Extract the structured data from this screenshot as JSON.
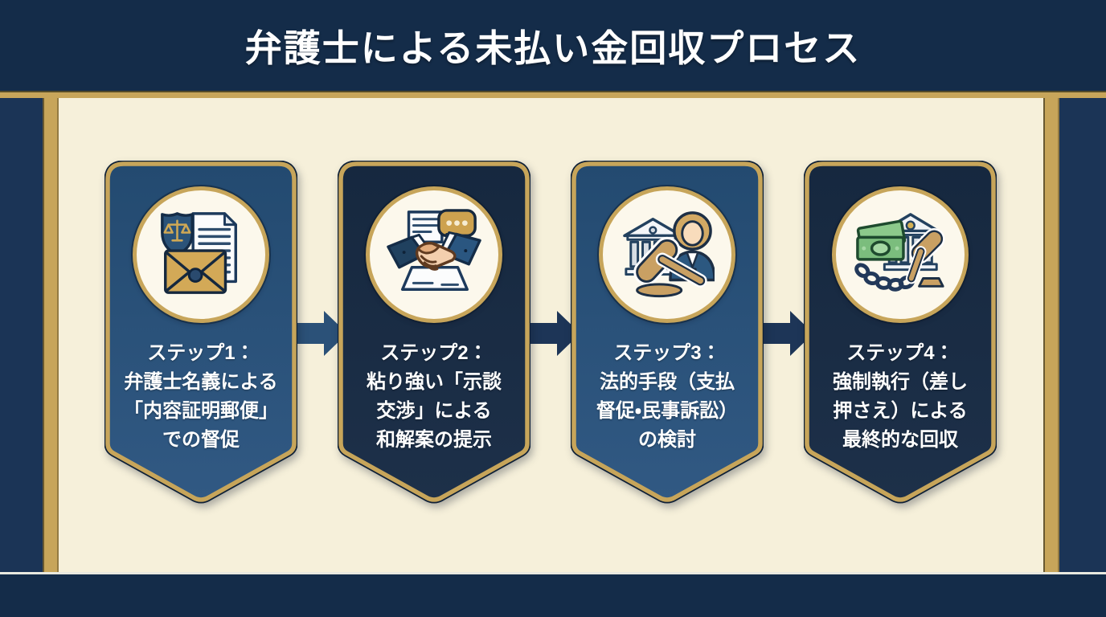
{
  "title": "弁護士による未払い金回収プロセス",
  "colors": {
    "header_navy": "#142c49",
    "navy_side": "#1b3456",
    "gold": "#c7a55a",
    "cream": "#f6f0da",
    "circle_fill": "#fcf8ec",
    "arrow_blue": "#2b5178",
    "arrow_dark": "#1d3557",
    "title_text": "#ffffff",
    "step_text": "#ffffff",
    "banner_blue_top": "#234a70",
    "banner_blue_bottom": "#315983",
    "banner_dark_top": "#16283f",
    "banner_dark_bottom": "#1d3049"
  },
  "steps": [
    {
      "icon": "certified-mail-icon",
      "variant": "blue",
      "text": "ステップ1：\n弁護士名義による\n「内容証明郵便」\nでの督促"
    },
    {
      "icon": "negotiation-handshake-icon",
      "variant": "dark",
      "text": "ステップ2：\n粘り強い「示談\n交渉」による\n和解案の提示"
    },
    {
      "icon": "court-gavel-icon",
      "variant": "blue",
      "text": "ステップ3：\n法的手段（支払\n督促・民事訴訟）\nの検討"
    },
    {
      "icon": "enforcement-seizure-icon",
      "variant": "dark",
      "text": "ステップ4：\n強制執行（差し\n押さえ）による\n最終的な回収"
    }
  ]
}
